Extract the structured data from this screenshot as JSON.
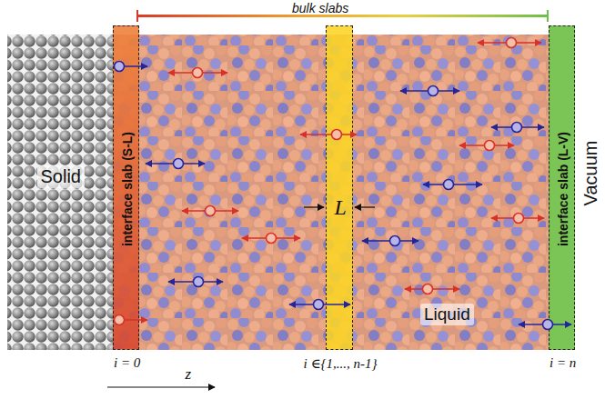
{
  "diagram": {
    "nodes": [
      {
        "text": [
          "Solid"
        ]
      },
      {
        "text": [
          "interface slab (S-L)",
          "i = 0"
        ]
      },
      {
        "text": [
          "Liquid"
        ]
      },
      {
        "text": [
          "L",
          "i ∈{1,..., n-1}"
        ]
      },
      {
        "text": [
          "interface slab (L-V)",
          "i = n"
        ]
      }
    ],
    "labels": [
      "bulk slabs",
      "Vacuum",
      "z"
    ]
  }
}
